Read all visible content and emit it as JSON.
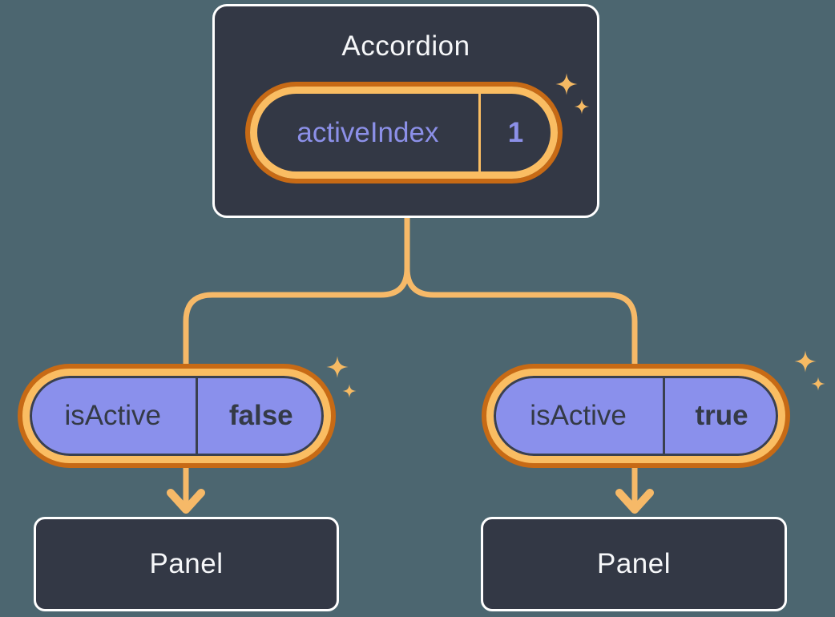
{
  "colors": {
    "background": "#4C6670",
    "card-bg": "#333845",
    "card-border": "#FFFFFF",
    "ring-light": "#FABD62",
    "ring-dark": "#C76A15",
    "pill-fill": "#8A90EC",
    "accent-purple": "#8C90E8",
    "text-light": "#F6F7F9",
    "text-dark": "#343A46",
    "connector": "#F6B968",
    "sparkle": "#F6BA63"
  },
  "accordion": {
    "title": "Accordion",
    "state": {
      "name": "activeIndex",
      "value": "1"
    }
  },
  "children": [
    {
      "prop": {
        "name": "isActive",
        "value": "false"
      },
      "panel_label": "Panel"
    },
    {
      "prop": {
        "name": "isActive",
        "value": "true"
      },
      "panel_label": "Panel"
    }
  ],
  "icons": {
    "sparkle": "sparkle-icon",
    "arrow": "arrow-down"
  }
}
